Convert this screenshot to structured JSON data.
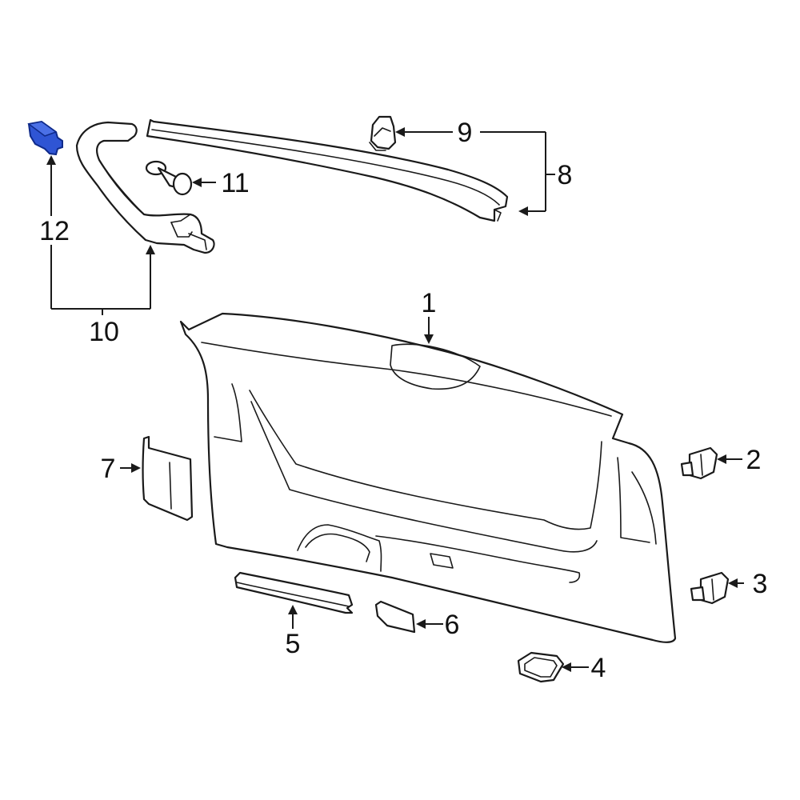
{
  "callouts": {
    "c1": "1",
    "c2": "2",
    "c3": "3",
    "c4": "4",
    "c5": "5",
    "c6": "6",
    "c7": "7",
    "c8": "8",
    "c9": "9",
    "c10": "10",
    "c11": "11",
    "c12": "12"
  },
  "colors": {
    "line": "#1a1a1a",
    "highlight_fill": "#2f55d4",
    "highlight_stroke": "#0f2a8a",
    "background": "#ffffff"
  },
  "highlighted_part": "12"
}
